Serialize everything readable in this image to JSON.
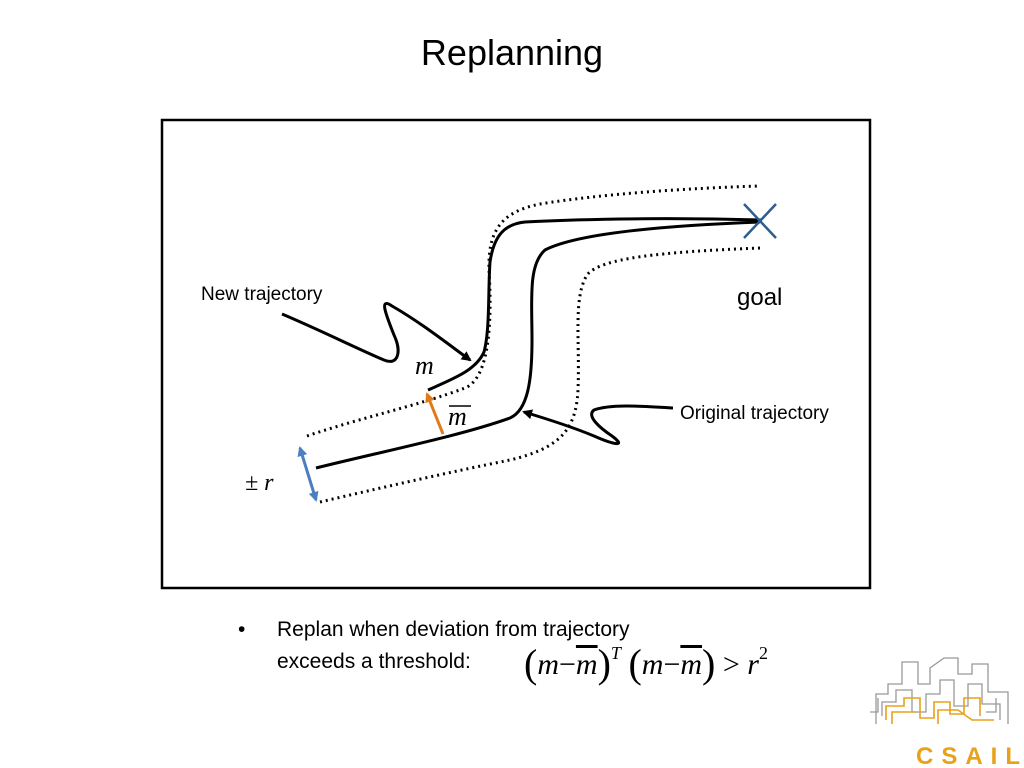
{
  "slide": {
    "title": "Replanning"
  },
  "diagram": {
    "labels": {
      "new_trajectory": "New trajectory",
      "original_trajectory": "Original trajectory",
      "goal": "goal",
      "m": "m",
      "m_bar": "m",
      "plus_minus_r": "± r"
    },
    "colors": {
      "trajectory": "#000000",
      "goal_marker": "#2e5d8e",
      "deviation_arrow": "#e07b1a",
      "radius_arrow": "#4a7fc0"
    }
  },
  "bullet": {
    "marker": "•",
    "line1": "Replan when deviation from trajectory",
    "line2": "exceeds a threshold:"
  },
  "formula": {
    "m": "m",
    "minus": "−",
    "m_bar": "m",
    "transpose": "T",
    "greater": ">",
    "r": "r",
    "power": "2"
  },
  "logo": {
    "text": "CSAIL",
    "color": "#e8a21a"
  }
}
